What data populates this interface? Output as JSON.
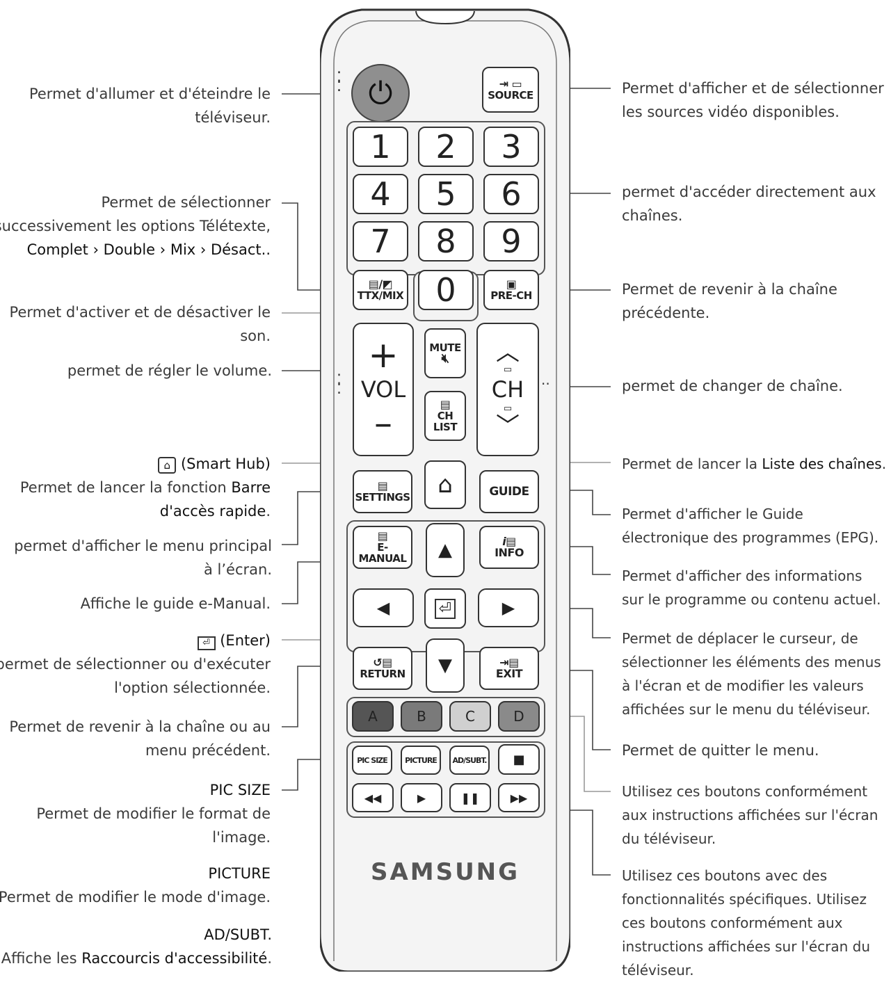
{
  "left_annotations": [
    {
      "id": "power",
      "lines": [
        "Permet d'allumer et d'éteindre le",
        "téléviseur."
      ]
    },
    {
      "id": "teletext",
      "lines": [
        "Permet de sélectionner",
        "successivement les options Télétexte,"
      ],
      "emph_line": [
        "Complet",
        "Double",
        "Mix",
        "Désact.."
      ]
    },
    {
      "id": "mute",
      "lines": [
        "Permet d'activer et de désactiver le",
        "son."
      ]
    },
    {
      "id": "volume",
      "lines": [
        "permet de régler le volume."
      ]
    },
    {
      "id": "smarthub",
      "title": "(Smart Hub)",
      "lines": [
        "Permet de lancer la fonction "
      ],
      "emph": "Barre",
      "emph2": "d'accès rapide",
      "end": "."
    },
    {
      "id": "settings",
      "lines": [
        "permet d'afficher le menu principal",
        "à l’écran."
      ]
    },
    {
      "id": "emanual",
      "lines": [
        "Affiche le guide e-Manual."
      ]
    },
    {
      "id": "enter",
      "title": "(Enter)",
      "lines": [
        "permet de sélectionner ou d'exécuter",
        "l'option sélectionnée."
      ]
    },
    {
      "id": "return",
      "lines": [
        "Permet de revenir à la chaîne ou au",
        "menu précédent."
      ]
    },
    {
      "id": "picsize",
      "title": "PIC SIZE",
      "lines": [
        "Permet de modifier le format de",
        "l'image."
      ]
    },
    {
      "id": "picture",
      "title": "PICTURE",
      "lines": [
        "Permet de modifier le mode d'image."
      ]
    },
    {
      "id": "adsubt",
      "title": "AD/SUBT.",
      "lines": [
        "Affiche les "
      ],
      "emph": "Raccourcis d'accessibilité",
      "end": "."
    }
  ],
  "right_annotations": [
    {
      "id": "source",
      "lines": [
        "Permet d'afficher et de sélectionner",
        "les sources vidéo disponibles."
      ]
    },
    {
      "id": "numbers",
      "lines": [
        "permet d'accéder directement aux",
        "chaînes."
      ]
    },
    {
      "id": "prech",
      "lines": [
        "Permet de revenir à la chaîne",
        "précédente."
      ]
    },
    {
      "id": "channel",
      "lines": [
        "permet de changer de chaîne."
      ]
    },
    {
      "id": "chlist",
      "text": "Permet de lancer la ",
      "emph": "Liste des chaînes",
      "end": "."
    },
    {
      "id": "guide",
      "lines": [
        "Permet d'afficher le Guide",
        "électronique des programmes (EPG)."
      ]
    },
    {
      "id": "info",
      "lines": [
        "Permet d'afficher des informations",
        "sur le programme ou contenu actuel."
      ]
    },
    {
      "id": "nav",
      "lines": [
        "Permet de déplacer le curseur, de",
        "sélectionner les éléments des menus",
        "à l'écran et de modifier les valeurs",
        "affichées sur le menu du téléviseur."
      ]
    },
    {
      "id": "exit",
      "lines": [
        "Permet de quitter le menu."
      ]
    },
    {
      "id": "colors",
      "lines": [
        "Utilisez ces boutons conformément",
        "aux instructions affichées sur l'écran",
        "du téléviseur."
      ]
    },
    {
      "id": "media",
      "lines": [
        "Utilisez ces boutons avec des",
        "fonctionnalités spécifiques. Utilisez",
        "ces boutons conformément aux",
        "instructions affichées sur l'écran du",
        "téléviseur."
      ]
    }
  ],
  "remote": {
    "brand": "SAMSUNG",
    "source": "SOURCE",
    "numbers": [
      "1",
      "2",
      "3",
      "4",
      "5",
      "6",
      "7",
      "8",
      "9",
      "0"
    ],
    "ttx": "TTX/MIX",
    "prech": "PRE-CH",
    "mute": "MUTE",
    "vol": "VOL",
    "ch": "CH",
    "chlist": [
      "CH",
      "LIST"
    ],
    "settings": "SETTINGS",
    "guide": "GUIDE",
    "emanual": "E-MANUAL",
    "info": "INFO",
    "return": "RETURN",
    "exit": "EXIT",
    "colors": [
      "A",
      "B",
      "C",
      "D"
    ],
    "color_hex": [
      "#555555",
      "#7a7a7a",
      "#d0d0d0",
      "#8a8a8a"
    ],
    "picsize": "PIC SIZE",
    "picture": "PICTURE",
    "adsubt": "AD/SUBT."
  }
}
